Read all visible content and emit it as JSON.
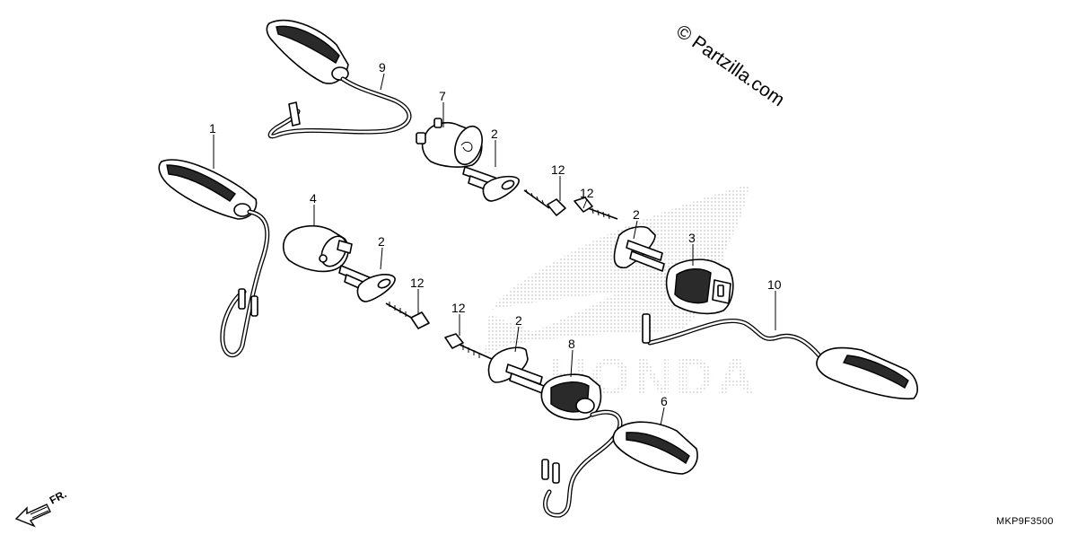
{
  "watermark": "© Partzilla.com",
  "diagram_code": "MKP9F3500",
  "direction_label": "FR.",
  "background_logo_text": "HONDA",
  "callouts": {
    "c1": "1",
    "c2a": "2",
    "c2b": "2",
    "c2c": "2",
    "c2d": "2",
    "c3": "3",
    "c4": "4",
    "c6": "6",
    "c7": "7",
    "c8": "8",
    "c9": "9",
    "c10": "10",
    "c12a": "12",
    "c12b": "12",
    "c12c": "12",
    "c12d": "12"
  },
  "icons": {
    "direction_arrow": "front-direction-arrow-icon"
  }
}
